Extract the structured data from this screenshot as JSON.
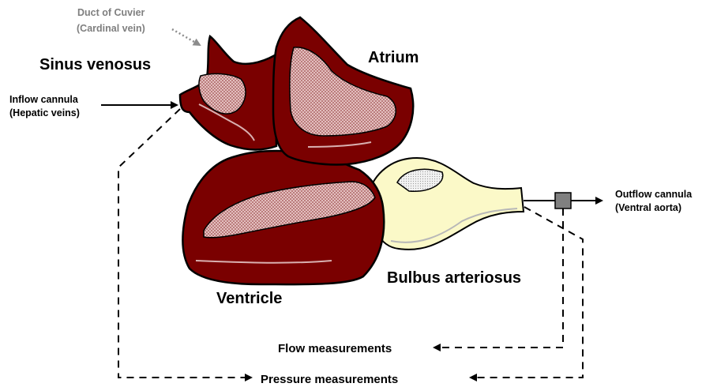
{
  "labels": {
    "duct_line1": "Duct of Cuvier",
    "duct_line2": "(Cardinal vein)",
    "sinus_venosus": "Sinus venosus",
    "atrium": "Atrium",
    "inflow_line1": "Inflow cannula",
    "inflow_line2": "(Hepatic veins)",
    "outflow_line1": "Outflow cannula",
    "outflow_line2": "(Ventral aorta)",
    "ventricle": "Ventricle",
    "bulbus_arteriosus": "Bulbus arteriosus",
    "flow_measurements": "Flow measurements",
    "pressure_measurements": "Pressure measurements"
  },
  "colors": {
    "muscle": "#7a0000",
    "muscle_outline": "#000000",
    "lumen": "#d8b0b0",
    "bulbus": "#fbf9c8",
    "bulbus_lumen": "#e6e6e6",
    "duct_arrow": "#8c8c8c",
    "flow_probe": "#808080"
  },
  "icons": {
    "flow_probe": "square-probe-icon"
  }
}
